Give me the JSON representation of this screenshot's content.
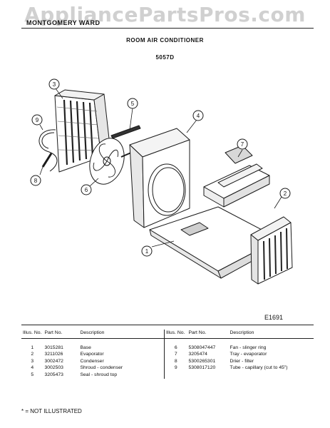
{
  "watermark": "AppliancePartsPros.com",
  "header": {
    "brand": "MONTGOMERY WARD",
    "title": "ROOM AIR CONDITIONER",
    "model": "5057D"
  },
  "diagram": {
    "callouts": [
      "1",
      "2",
      "3",
      "4",
      "5",
      "6",
      "7",
      "8",
      "9"
    ],
    "figure_code": "E1691"
  },
  "parts_table": {
    "headers": {
      "illus": "Illus. No.",
      "part": "Part No.",
      "description": "Description"
    },
    "left": [
      {
        "illus": "1",
        "part": "3015281",
        "description": "Base"
      },
      {
        "illus": "2",
        "part": "3211026",
        "description": "Evaporator"
      },
      {
        "illus": "3",
        "part": "3002472",
        "description": "Condenser"
      },
      {
        "illus": "4",
        "part": "3002503",
        "description": "Shroud - condenser"
      },
      {
        "illus": "5",
        "part": "3205473",
        "description": "Seal - shroud top"
      }
    ],
    "right": [
      {
        "illus": "6",
        "part": "5308047447",
        "description": "Fan - slinger ring"
      },
      {
        "illus": "7",
        "part": "3205474",
        "description": "Tray - evaporator"
      },
      {
        "illus": "8",
        "part": "5300265301",
        "description": "Drier - filter"
      },
      {
        "illus": "9",
        "part": "5308017120",
        "description": "Tube - capillary (cut to 45\")"
      }
    ]
  },
  "footnote": "* = NOT ILLUSTRATED"
}
